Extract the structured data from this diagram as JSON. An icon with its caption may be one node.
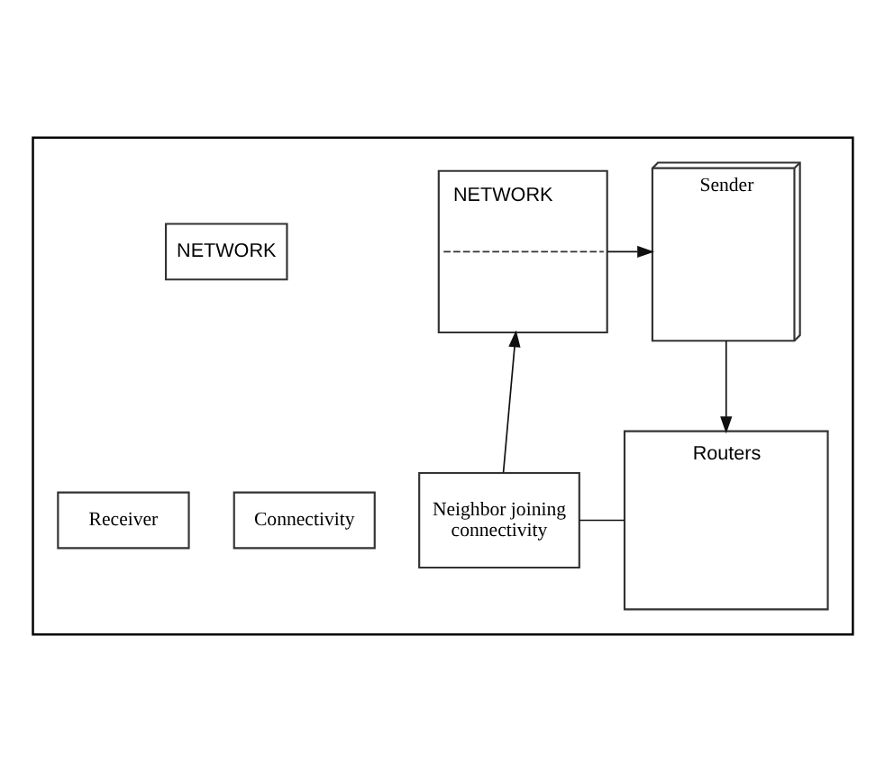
{
  "diagram": {
    "nodes": [
      {
        "text": [],
        "shape": "box"
      },
      {
        "text": [
          "NETWORK"
        ],
        "in": 0
      },
      {
        "text": [
          "NETWORK"
        ],
        "in": 0
      },
      {
        "text": [
          "Sender"
        ],
        "in": 0
      },
      {
        "text": [
          "Connectivity"
        ],
        "in": 0
      },
      {
        "text": [
          "Routers"
        ],
        "in": 0
      },
      {
        "text": [
          "Neighbor joining connectivity"
        ],
        "in": 0
      },
      {
        "text": [
          "Receiver"
        ],
        "in": 0
      }
    ],
    "edges": [
      {
        "from": 1,
        "to": 3,
        "arrow": "to"
      },
      {
        "from": 3,
        "to": 5,
        "arrow": "to"
      },
      {
        "from": 6,
        "to": 5,
        "arrow": "none"
      },
      {
        "from": 6,
        "to": 1,
        "arrow": "to"
      }
    ]
  }
}
